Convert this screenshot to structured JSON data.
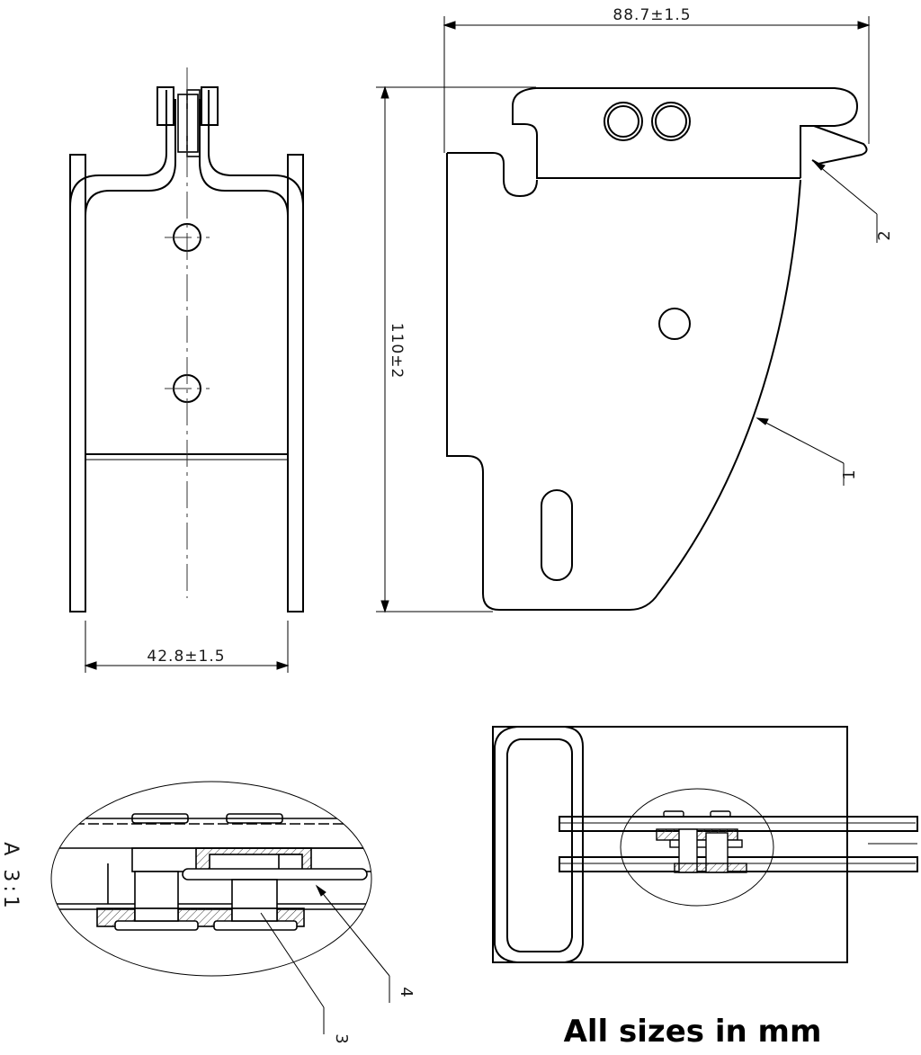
{
  "dimensions": {
    "top_width": "88.7±1.5",
    "height": "110±2",
    "front_width": "42.8±1.5"
  },
  "callouts": {
    "c1": "1",
    "c2": "2",
    "c3": "3",
    "c4": "4"
  },
  "detail_scale": "A 3:1",
  "note": "All sizes in mm",
  "colors": {
    "line": "#000000",
    "thin": "#333333",
    "background": "#ffffff"
  }
}
